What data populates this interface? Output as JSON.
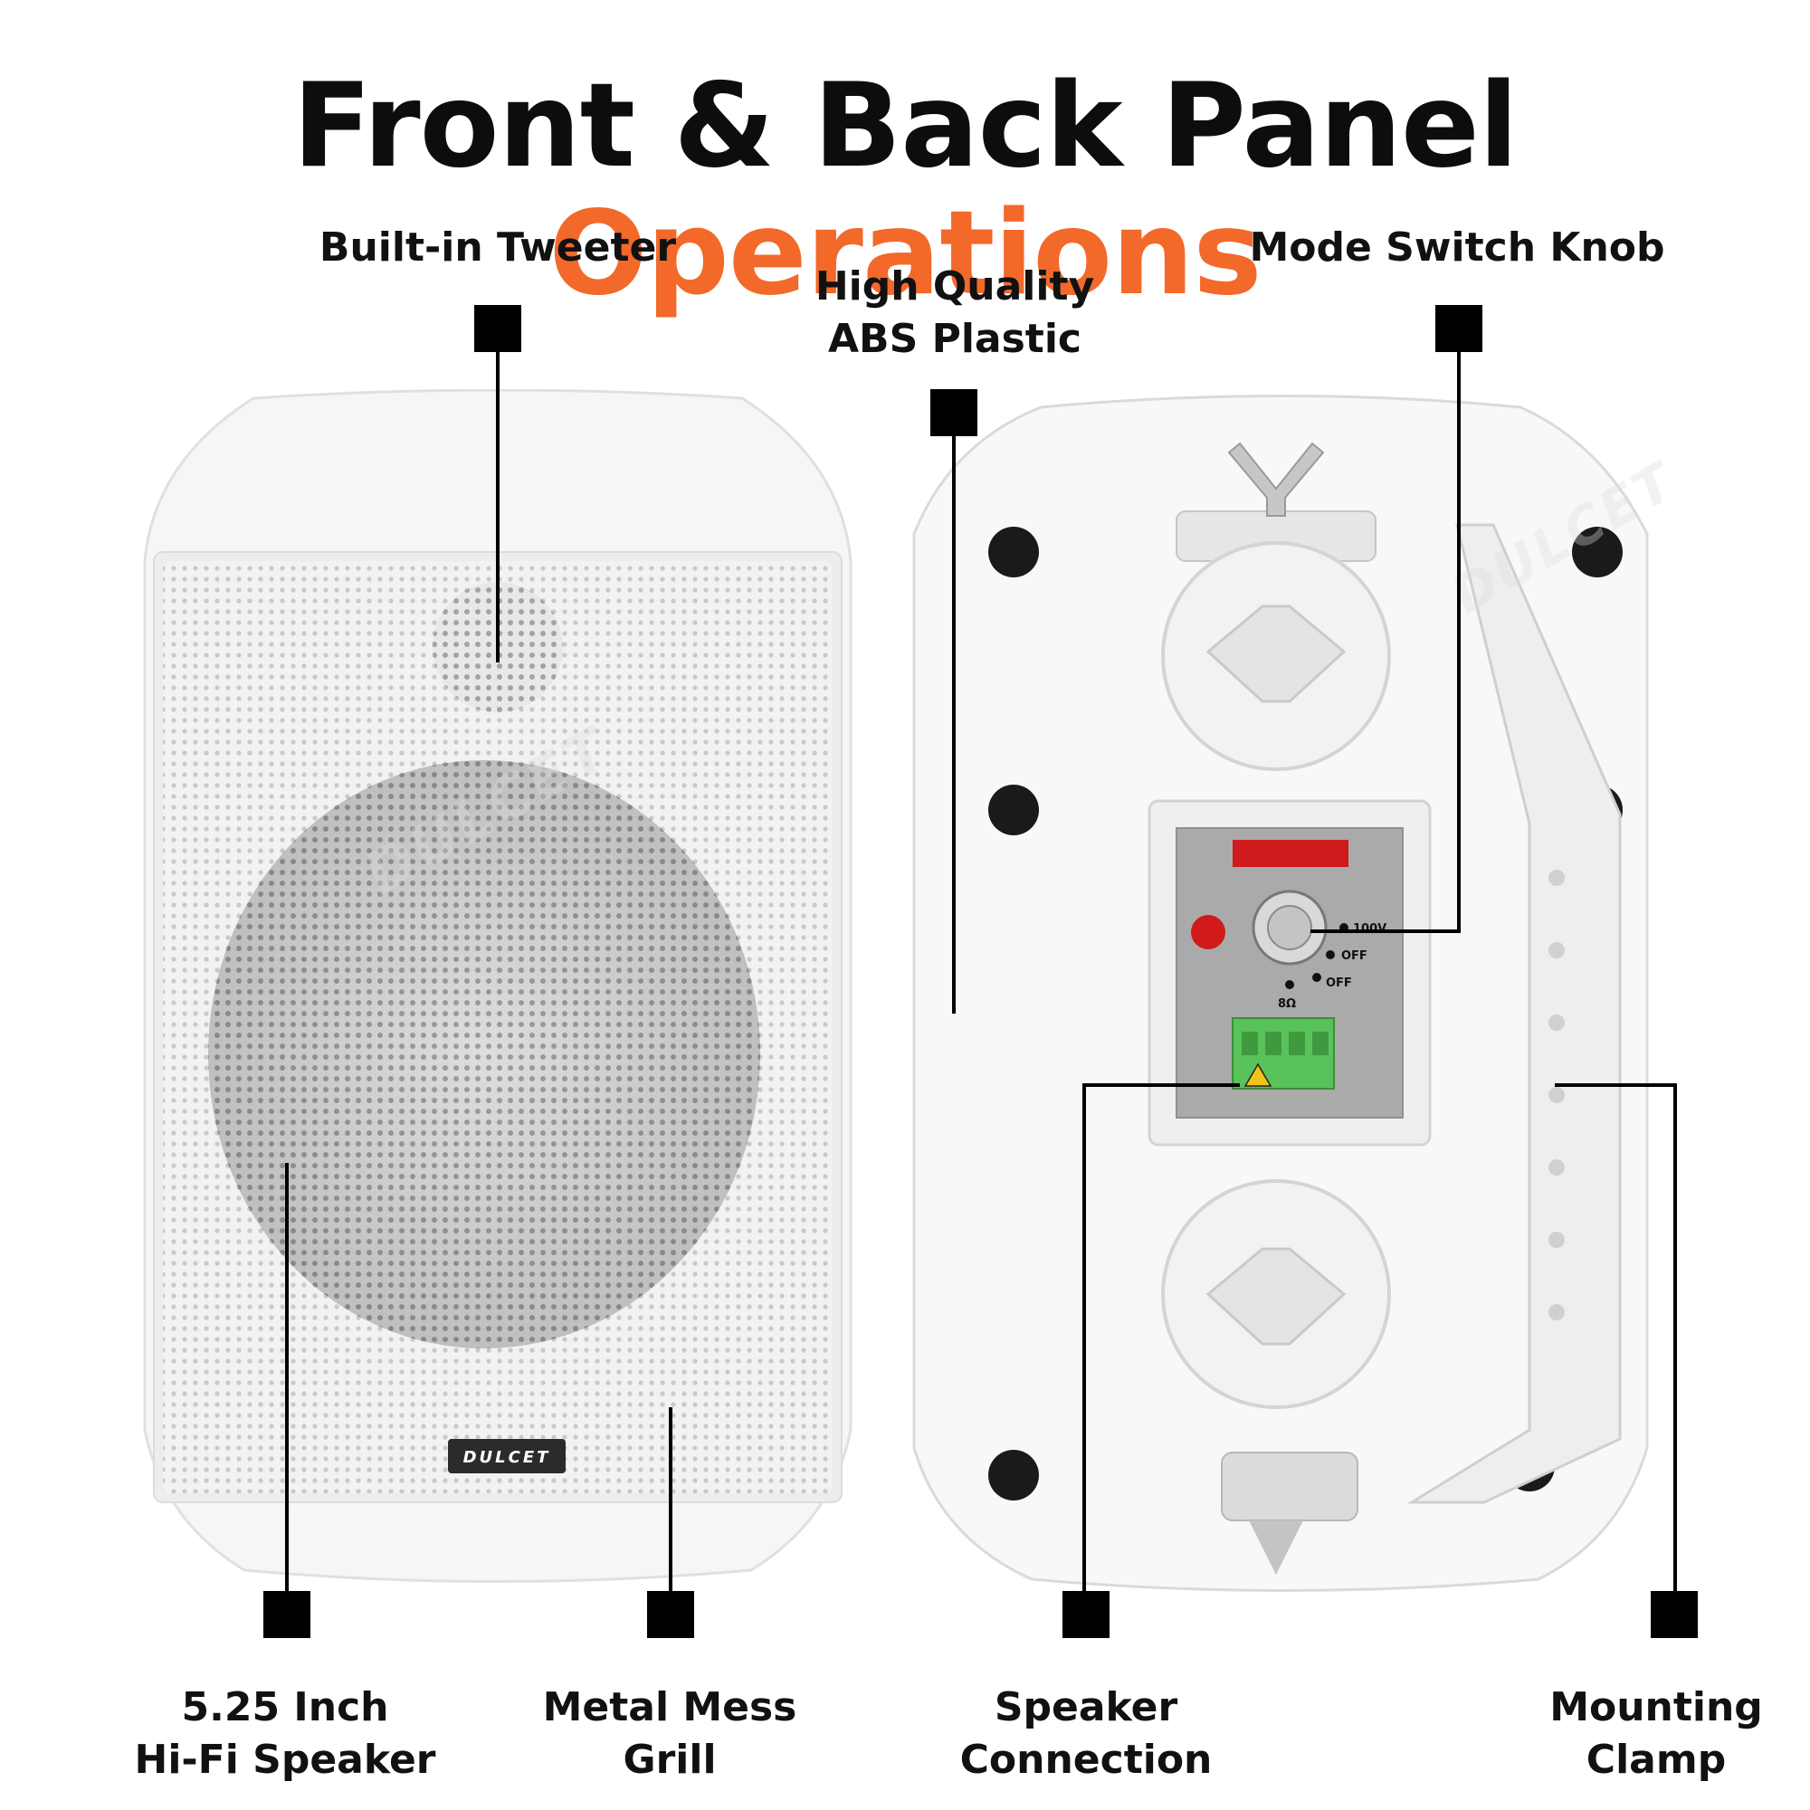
{
  "title": {
    "main": "Front & Back Panel ",
    "accent": "Operations"
  },
  "labels": {
    "tweeter": "Built-in Tweeter",
    "abs": [
      "High Quality",
      "ABS Plastic"
    ],
    "mode_switch": "Mode Switch Knob",
    "speaker": [
      "5.25 Inch",
      "Hi-Fi Speaker"
    ],
    "grill": [
      "Metal Mess",
      "Grill"
    ],
    "connection": [
      "Speaker",
      "Connection"
    ],
    "clamp": [
      "Mounting",
      "Clamp"
    ]
  },
  "product": {
    "brand_badge": "DULCET",
    "watermark": "DULCET",
    "panel_marks": {
      "v100": "100V",
      "off1": "OFF",
      "off2": "OFF",
      "ohm": "8Ω"
    }
  },
  "colors": {
    "accent": "#f2692a",
    "terminal": "#5ac25a",
    "panel": "#a9a9a9",
    "indicator": "#d11a1a"
  }
}
